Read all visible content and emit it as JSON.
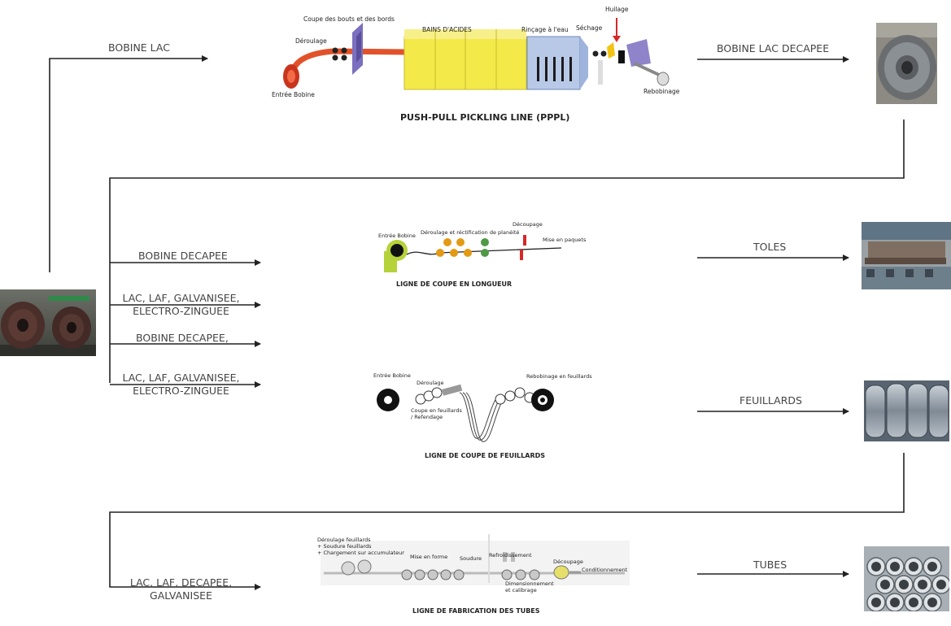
{
  "flows": {
    "bobine_lac": "BOBINE LAC",
    "bobine_lac_decapee": "BOBINE LAC DECAPEE",
    "bobine_decapee": "BOBINE DECAPEE",
    "lac_laf_galva_1_line1": "LAC, LAF, GALVANISEE,",
    "lac_laf_galva_1_line2": "ELECTRO-ZINGUEE",
    "bobine_decapee_2": "BOBINE DECAPEE,",
    "lac_laf_galva_2_line1": "LAC, LAF, GALVANISEE,",
    "lac_laf_galva_2_line2": "ELECTRO-ZINGUEE",
    "lac_laf_decapee_line1": "LAC, LAF, DECAPEE,",
    "lac_laf_decapee_line2": "GALVANISEE"
  },
  "outputs": {
    "toles": "TOLES",
    "feuillards": "FEUILLARDS",
    "tubes": "TUBES"
  },
  "pppl": {
    "title": "PUSH-PULL PICKLING LINE (PPPL)",
    "coupe": "Coupe des bouts et des bords",
    "deroulage": "Déroulage",
    "bains": "BAINS D'ACIDES",
    "rincage": "Rinçage à l'eau",
    "sechage": "Séchage",
    "huilage": "Huilage",
    "entree": "Entrée Bobine",
    "rebobinage": "Rebobinage"
  },
  "longueur": {
    "title": "LIGNE DE COUPE EN LONGUEUR",
    "entree": "Entrée Bobine",
    "deroulage": "Déroulage et réctification de planéité",
    "decoupage": "Découpage",
    "mise": "Mise en paquets"
  },
  "feuillards_line": {
    "title": "LIGNE DE COUPE DE FEUILLARDS",
    "entree": "Entrée Bobine",
    "deroulage": "Déroulage",
    "coupe1": "Coupe en feuillards",
    "coupe2": "/ Refendage",
    "rebobinage": "Rebobinage en feuillards"
  },
  "tubes_line": {
    "title": "LIGNE DE FABRICATION DES TUBES",
    "deroulage1": "Déroulage feuillards",
    "deroulage2": "+ Soudure feuillards",
    "deroulage3": "+ Chargement sur accumulateur",
    "mise": "Mise en forme",
    "soudure": "Soudure",
    "refroid": "Refroidissement",
    "dim1": "Dimensionnement",
    "dim2": "et calibrage",
    "decoupage": "Découpage",
    "cond": "Conditionnement"
  },
  "colors": {
    "arrow": "#222222",
    "acid_bath": "#f3ea4a",
    "rinse": "#b7c9e6",
    "strip": "#e2522a",
    "coil_orange": "#e39a14",
    "coil_green": "#4f9a45",
    "coil_lime": "#b5d23a",
    "cut_red": "#d62828"
  }
}
